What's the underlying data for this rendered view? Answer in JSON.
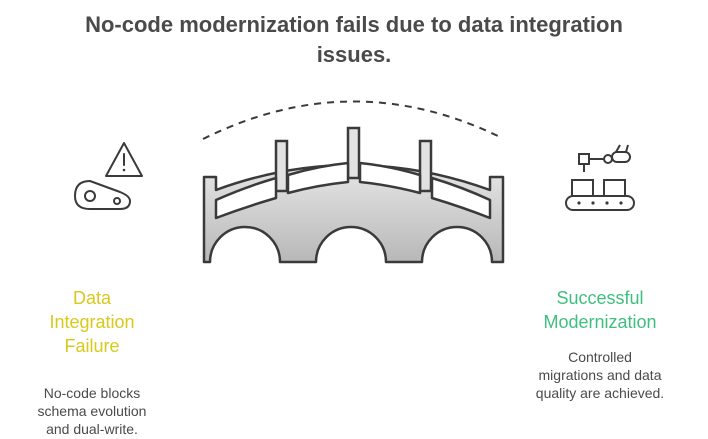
{
  "title": {
    "line1": "No-code modernization fails due to data integration",
    "line2": "issues."
  },
  "left": {
    "heading": [
      "Data",
      "Integration",
      "Failure"
    ],
    "description": [
      "No-code blocks",
      "schema evolution",
      "and dual-write."
    ],
    "icon": "warning-machine-icon",
    "heading_color": "#d8c91a"
  },
  "right": {
    "heading": [
      "Successful",
      "Modernization"
    ],
    "description": [
      "Controlled",
      "migrations and data",
      "quality are achieved."
    ],
    "icon": "conveyor-robot-icon",
    "heading_color": "#3fbf7f"
  },
  "center": {
    "icon": "bridge-icon"
  }
}
